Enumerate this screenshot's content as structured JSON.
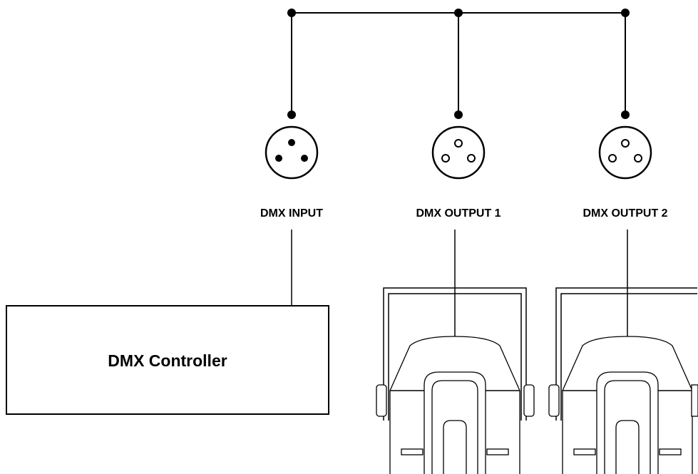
{
  "connectors": {
    "input_label": "DMX INPUT",
    "output1_label": "DMX OUTPUT 1",
    "output2_label": "DMX OUTPUT 2"
  },
  "controller": {
    "label": "DMX Controller"
  }
}
